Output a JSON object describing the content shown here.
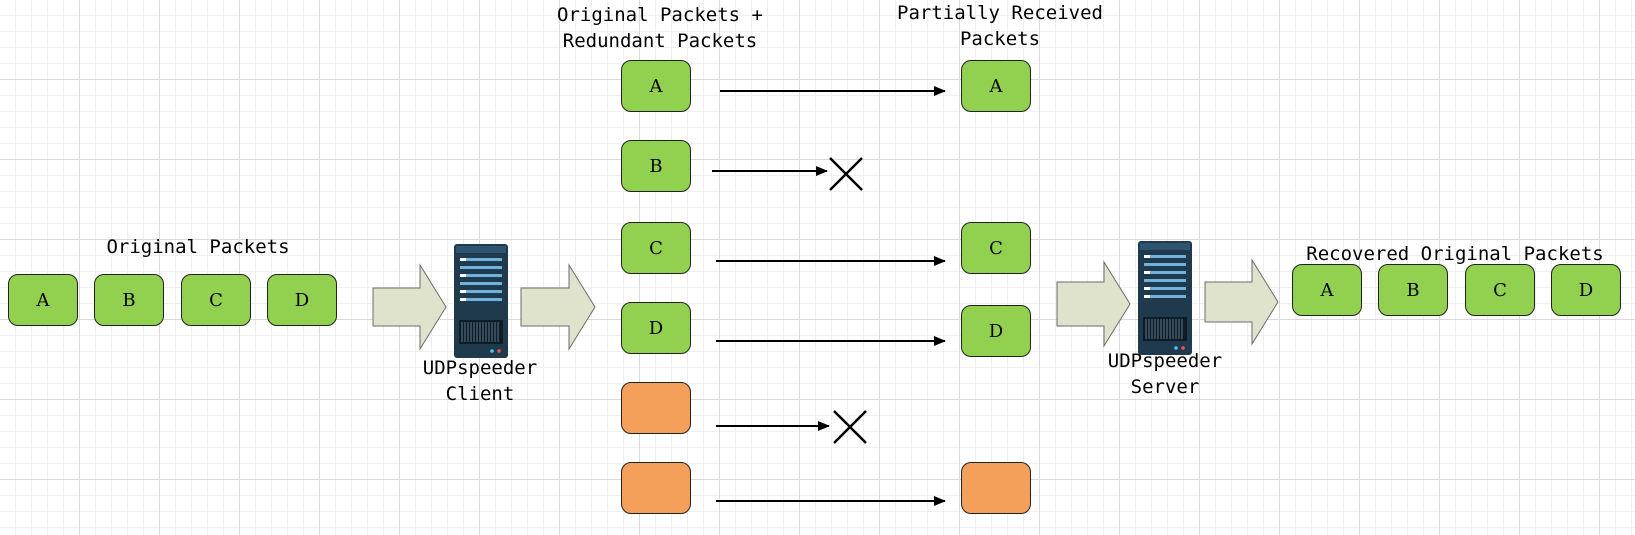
{
  "labels": {
    "original_packets": "Original Packets",
    "original_plus_redundant_line1": "Original Packets +",
    "original_plus_redundant_line2": "Redundant Packets",
    "partially_received_line1": "Partially Received",
    "partially_received_line2": "Packets",
    "recovered": "Recovered Original Packets",
    "client_line1": "UDPspeeder",
    "client_line2": "Client",
    "server_line1": "UDPspeeder",
    "server_line2": "Server"
  },
  "input_packets": [
    "A",
    "B",
    "C",
    "D"
  ],
  "sent_packets": [
    "A",
    "B",
    "C",
    "D",
    "",
    ""
  ],
  "received_packets": [
    "A",
    "C",
    "D",
    ""
  ],
  "recovered_packets": [
    "A",
    "B",
    "C",
    "D"
  ],
  "colors": {
    "original": "#92d050",
    "redundant": "#f4a05a",
    "block_arrow": "#dfe3cc",
    "server": "#1f3a4c"
  },
  "icons": [
    "server-icon",
    "block-arrow-icon",
    "lost-x-icon",
    "arrow-icon"
  ]
}
